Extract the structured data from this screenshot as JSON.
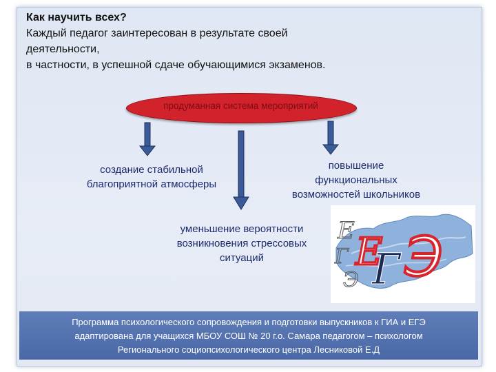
{
  "heading": {
    "title": "Как научить всех?",
    "line1": "Каждый  педагог заинтересован в результате своей",
    "line2": "деятельности,",
    "line3": "в частности, в  успешной сдаче  обучающимися экзаменов."
  },
  "diagram": {
    "center": "продуманная система мероприятий",
    "left": [
      "создание стабильной",
      "благоприятной атмосферы"
    ],
    "right": [
      "повышение",
      "функциональных",
      "возможностей школьников"
    ],
    "middle": [
      "уменьшение вероятности",
      "возникновения стрессовых",
      "ситуаций"
    ]
  },
  "logo": {
    "letters": [
      "Е",
      "Г",
      "Э"
    ],
    "secondary_letters": [
      "Е",
      "Г",
      "Э"
    ]
  },
  "footer": {
    "line1": "Программа психологического сопровождения и подготовки выпускников к ГИА и ЕГЭ",
    "line2": "адаптирована для учащихся МБОУ СОШ № 20 г.о. Самара педагогом – психологом",
    "line3": "Регионального  социопсихологического центра Лесниковой Е.Д"
  },
  "colors": {
    "ellipse": "#d2222c",
    "arrow": "#2f4f8f",
    "text": "#1c2b6e",
    "footer": "#5272ae",
    "logo_red": "#d9232d",
    "logo_map": "#7fa6d6"
  }
}
